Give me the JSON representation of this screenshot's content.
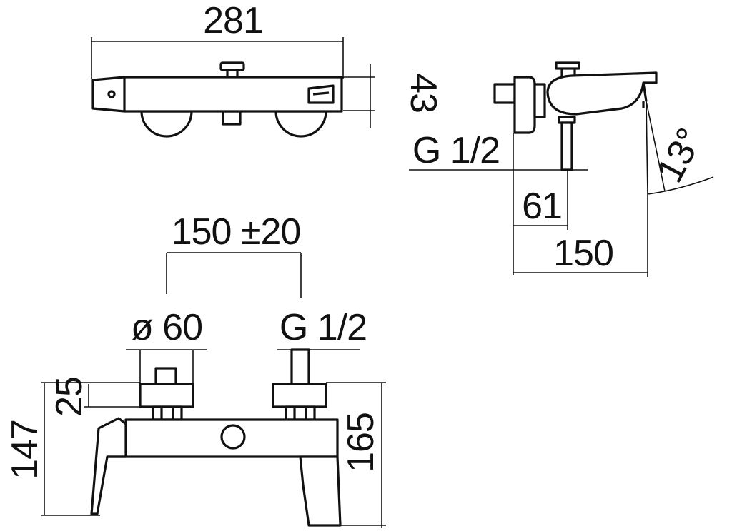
{
  "top_view": {
    "width_label": "281",
    "depth_label": "43"
  },
  "side_view": {
    "thread_label": "G 1/2",
    "angle_label": "13°",
    "offset_label": "61",
    "projection_label": "150"
  },
  "front_view": {
    "spacing_label": "150 ±20",
    "diameter_label": "ø 60",
    "thread_label": "G 1/2",
    "height_label": "147",
    "rosette_label": "25",
    "total_height_label": "165"
  },
  "colors": {
    "line": "#111111",
    "background": "#ffffff"
  }
}
